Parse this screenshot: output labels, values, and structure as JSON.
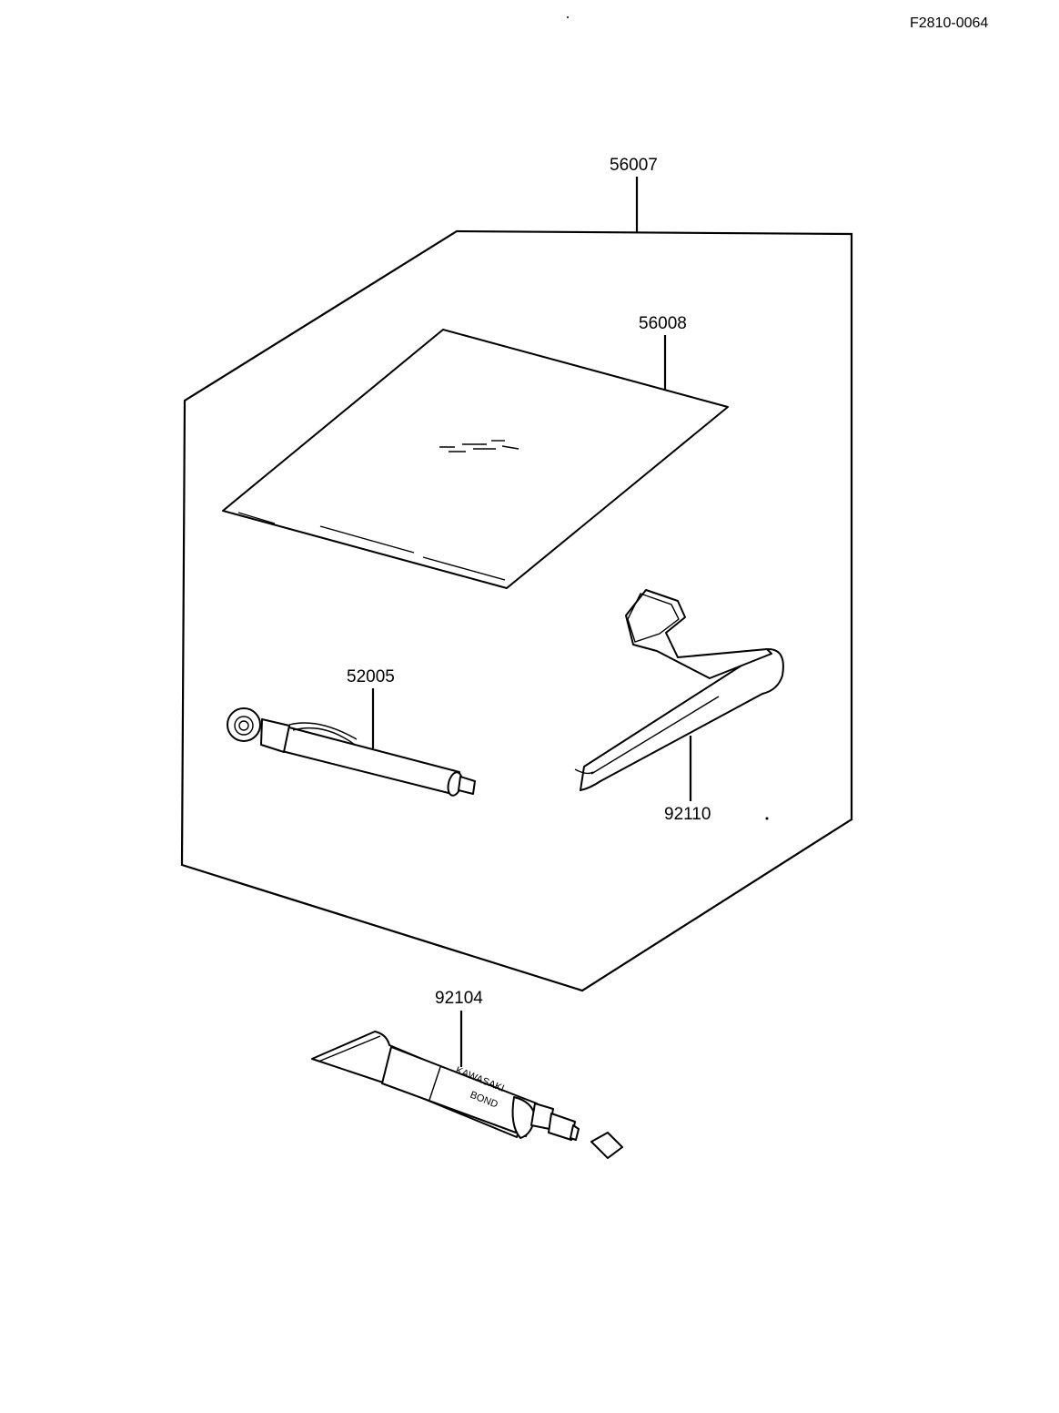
{
  "document": {
    "id": "F2810-0064"
  },
  "parts": [
    {
      "key": "kit",
      "number": "56007"
    },
    {
      "key": "manual",
      "number": "56008"
    },
    {
      "key": "gauge",
      "number": "52005"
    },
    {
      "key": "wrench",
      "number": "92110"
    },
    {
      "key": "bond",
      "number": "92104"
    }
  ],
  "bond_tube": {
    "line1": "KAWASAKI",
    "line2": "BOND"
  },
  "colors": {
    "ink": "#000000",
    "paper": "#ffffff"
  }
}
